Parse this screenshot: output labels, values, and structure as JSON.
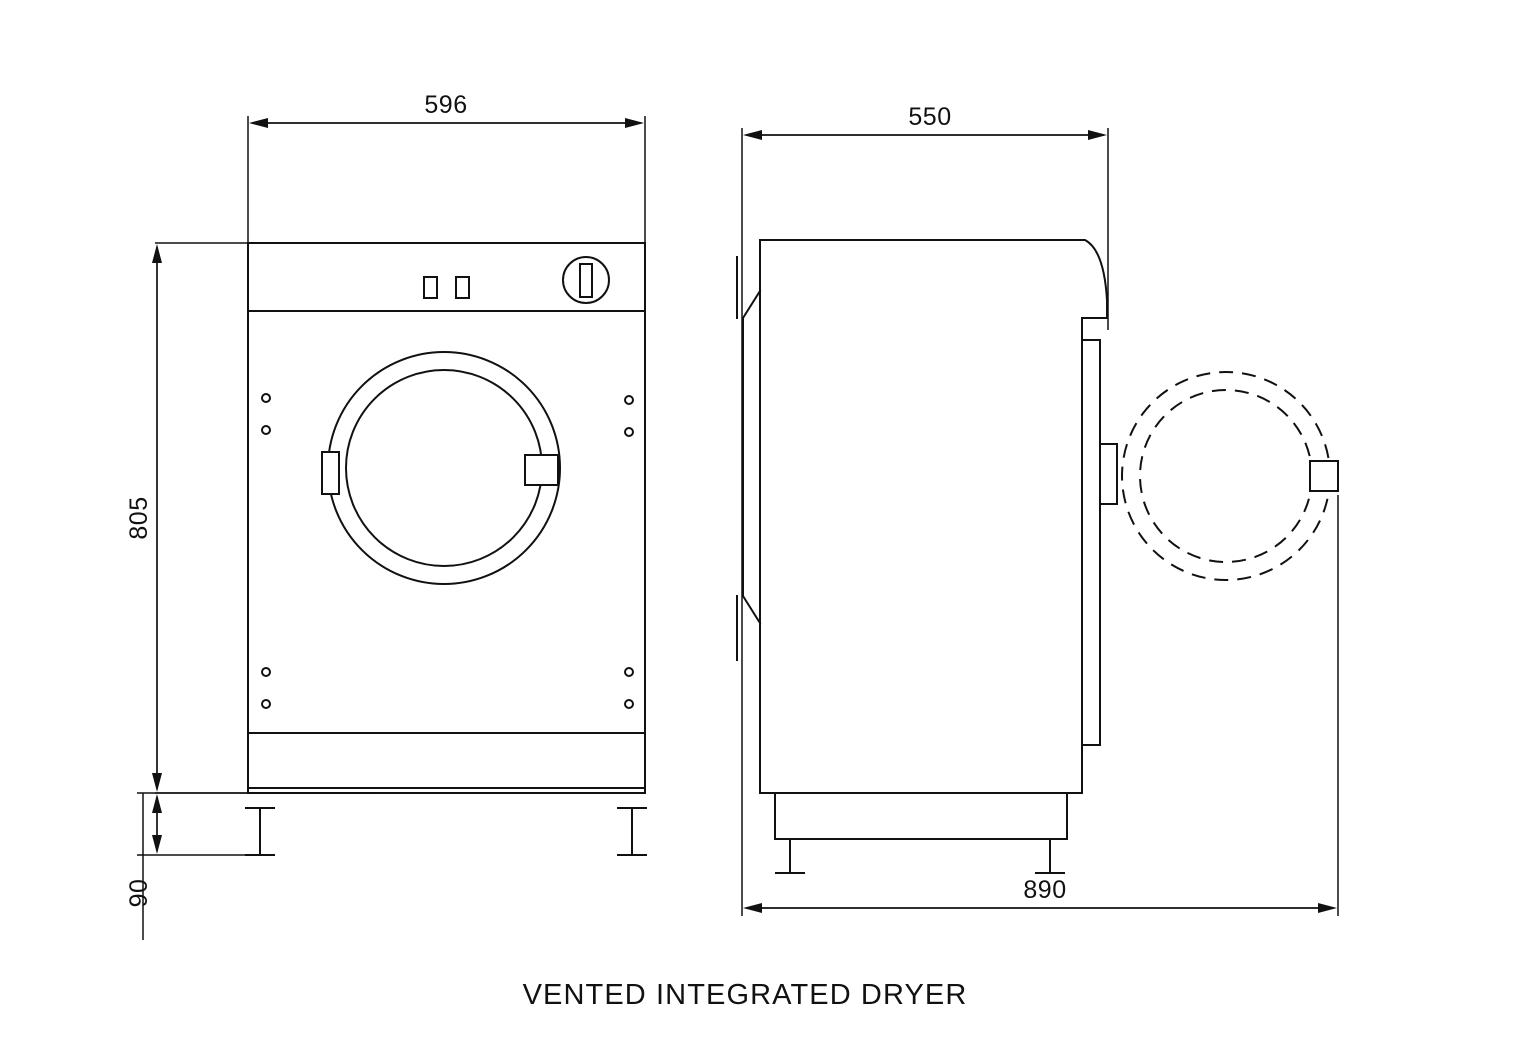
{
  "document": {
    "title": "VENTED INTEGRATED DRYER",
    "background_color": "#ffffff",
    "line_color": "#111111",
    "drawing_type": "orthographic-dimensioned-appliance-drawing",
    "units": "mm"
  },
  "dimensions": {
    "front_width": "596",
    "height_to_plinth": "805",
    "plinth_height": "90",
    "side_depth": "550",
    "depth_with_door_open": "890"
  },
  "views": {
    "front": {
      "name": "front-elevation",
      "width_label": "596",
      "height_label": "805",
      "foot_label": "90",
      "features": {
        "control_panel": "control-panel",
        "button_count": 2,
        "knob": "rotary-selector-knob",
        "door": "circular-door",
        "door_handle": "door-handle",
        "door_hinge": "door-hinge",
        "mounting_holes": 4,
        "plinth": "kickplate",
        "feet": 2
      }
    },
    "side": {
      "name": "side-elevation",
      "depth_label": "550",
      "open_depth_label": "890",
      "features": {
        "body": "cabinet-body",
        "door_panel": "door-panel",
        "door_swing": "door-swing-projection-dashed",
        "door_handle": "door-handle",
        "plinth": "kickplate",
        "feet": 2,
        "rear_recess": "rear-service-recess"
      }
    }
  },
  "labels": {
    "front_width": "596",
    "front_height": "805",
    "front_foot": "90",
    "side_depth": "550",
    "side_open_depth": "890",
    "drawing_title": "VENTED INTEGRATED DRYER"
  }
}
